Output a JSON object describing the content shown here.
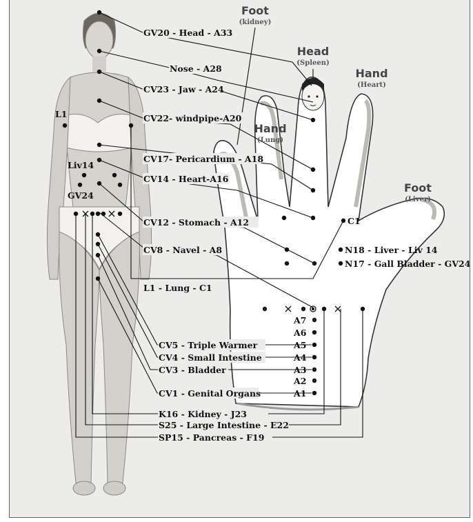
{
  "headers": {
    "foot_kidney": {
      "title": "Foot",
      "sub": "(kidney)"
    },
    "head_spleen": {
      "title": "Head",
      "sub": "(Spleen)"
    },
    "hand_heart": {
      "title": "Hand",
      "sub": "(Heart)"
    },
    "hand_lung": {
      "title": "Hand",
      "sub": "(Lung)"
    },
    "foot_liver": {
      "title": "Foot",
      "sub": "(Liver)"
    }
  },
  "body_labels": {
    "l1": "L1",
    "liv14": "Liv14",
    "gv24": "GV24"
  },
  "points": {
    "gv20": "GV20 - Head - A33",
    "nose": "Nose - A28",
    "cv23": "CV23 - Jaw - A24",
    "cv22": "CV22- windpipe-A20",
    "cv17": "CV17- Pericardium - A18",
    "cv14": "CV14 - Heart-A16",
    "cv12": "CV12 - Stomach - A12",
    "cv8": "CV8 - Navel - A8",
    "l1": "L1 - Lung - C1",
    "c1": "C1",
    "n18": "N18 - Liver - Liv 14",
    "n17": "N17 - Gall Bladder - GV24",
    "cv5": "CV5 - Triple Warmer",
    "cv4": "CV4 - Small Intestine",
    "cv3": "CV3 - Bladder",
    "cv1": "CV1 - Genital Organs",
    "k16": "K16 - Kidney - J23",
    "s25": "S25 - Large Intestine - E22",
    "sp15": "SP15 - Pancreas - F19"
  },
  "palm_points": {
    "a7": "A7",
    "a6": "A6",
    "a5": "A5",
    "a4": "A4",
    "a3": "A3",
    "a2": "A2",
    "a1": "A1"
  }
}
